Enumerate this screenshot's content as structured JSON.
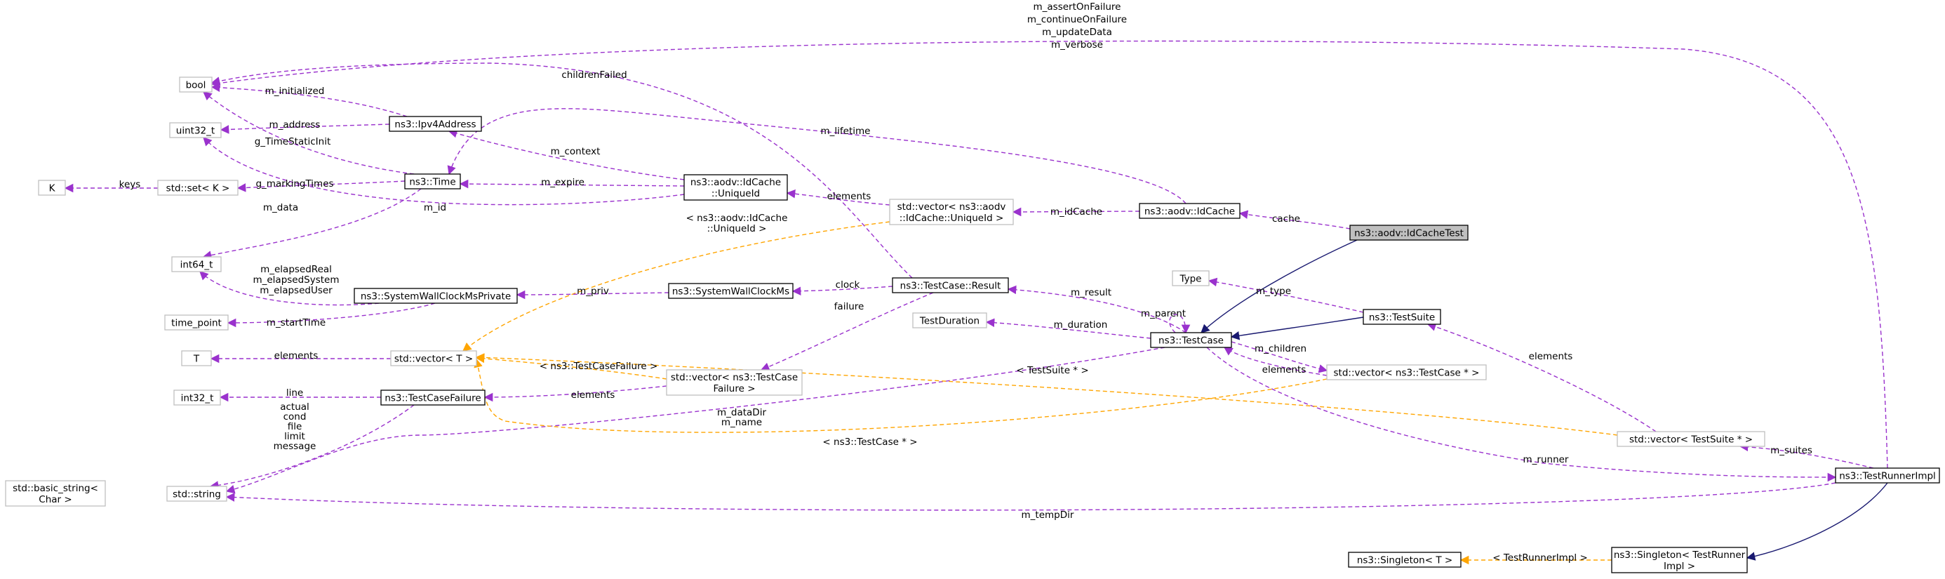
{
  "colors": {
    "node_fill": "#ffffff",
    "node_border_strong": "#000000",
    "node_border_weak": "#bfbfbf",
    "highlight_fill": "#bfbfbf",
    "usage_edge": "#9a32cd",
    "template_edge": "#ffa500",
    "inheritance_edge": "#191970",
    "text": "#000000"
  },
  "nodes": [
    {
      "id": "idcachetest",
      "lines": [
        "ns3::aodv::IdCacheTest"
      ],
      "style": "highlight"
    },
    {
      "id": "idcache",
      "lines": [
        "ns3::aodv::IdCache"
      ],
      "style": "strong"
    },
    {
      "id": "testcase",
      "lines": [
        "ns3::TestCase"
      ],
      "style": "strong"
    },
    {
      "id": "testsuite",
      "lines": [
        "ns3::TestSuite"
      ],
      "style": "strong"
    },
    {
      "id": "testrunnerimpl",
      "lines": [
        "ns3::TestRunnerImpl"
      ],
      "style": "strong"
    },
    {
      "id": "singleton_tri",
      "lines": [
        "ns3::Singleton< TestRunner",
        "Impl >"
      ],
      "style": "strong"
    },
    {
      "id": "singleton_t",
      "lines": [
        "ns3::Singleton< T >"
      ],
      "style": "strong"
    },
    {
      "id": "vec_testsuite",
      "lines": [
        "std::vector< TestSuite * >"
      ],
      "style": "weak"
    },
    {
      "id": "vec_testcase",
      "lines": [
        "std::vector< ns3::TestCase * >"
      ],
      "style": "weak"
    },
    {
      "id": "type",
      "lines": [
        "Type"
      ],
      "style": "weak"
    },
    {
      "id": "testduration",
      "lines": [
        "TestDuration"
      ],
      "style": "weak"
    },
    {
      "id": "result",
      "lines": [
        "ns3::TestCase::Result"
      ],
      "style": "strong"
    },
    {
      "id": "vec_uniqueid",
      "lines": [
        "std::vector< ns3::aodv",
        "::IdCache::UniqueId >"
      ],
      "style": "weak"
    },
    {
      "id": "uniqueid",
      "lines": [
        "ns3::aodv::IdCache",
        "::UniqueId"
      ],
      "style": "strong"
    },
    {
      "id": "syswallclock",
      "lines": [
        "ns3::SystemWallClockMs"
      ],
      "style": "strong"
    },
    {
      "id": "vec_failure",
      "lines": [
        "std::vector< ns3::TestCase",
        "Failure >"
      ],
      "style": "weak"
    },
    {
      "id": "failure",
      "lines": [
        "ns3::TestCaseFailure"
      ],
      "style": "strong"
    },
    {
      "id": "syswallpriv",
      "lines": [
        "ns3::SystemWallClockMsPrivate"
      ],
      "style": "strong"
    },
    {
      "id": "time",
      "lines": [
        "ns3::Time"
      ],
      "style": "strong"
    },
    {
      "id": "ipv4",
      "lines": [
        "ns3::Ipv4Address"
      ],
      "style": "strong"
    },
    {
      "id": "vec_t",
      "lines": [
        "std::vector< T >"
      ],
      "style": "weak"
    },
    {
      "id": "set_k",
      "lines": [
        "std::set< K >"
      ],
      "style": "weak"
    },
    {
      "id": "bool",
      "lines": [
        "bool"
      ],
      "style": "weak"
    },
    {
      "id": "uint32",
      "lines": [
        "uint32_t"
      ],
      "style": "weak"
    },
    {
      "id": "int64",
      "lines": [
        "int64_t"
      ],
      "style": "weak"
    },
    {
      "id": "time_point",
      "lines": [
        "time_point"
      ],
      "style": "weak"
    },
    {
      "id": "t",
      "lines": [
        "T"
      ],
      "style": "weak"
    },
    {
      "id": "int32",
      "lines": [
        "int32_t"
      ],
      "style": "weak"
    },
    {
      "id": "k",
      "lines": [
        "K"
      ],
      "style": "weak"
    },
    {
      "id": "string",
      "lines": [
        "std::string"
      ],
      "style": "weak"
    },
    {
      "id": "basic_string",
      "lines": [
        "std::basic_string<",
        "Char >"
      ],
      "style": "weak"
    }
  ],
  "edges": [
    {
      "from": "idcachetest",
      "to": "idcache",
      "kind": "usage",
      "label": [
        "cache"
      ]
    },
    {
      "from": "idcachetest",
      "to": "testcase",
      "kind": "inheritance",
      "label": []
    },
    {
      "from": "idcache",
      "to": "vec_uniqueid",
      "kind": "usage",
      "label": [
        "m_idCache"
      ]
    },
    {
      "from": "idcache",
      "to": "time",
      "kind": "usage",
      "label": [
        "m_lifetime"
      ]
    },
    {
      "from": "vec_uniqueid",
      "to": "uniqueid",
      "kind": "usage",
      "label": [
        "elements"
      ]
    },
    {
      "from": "vec_uniqueid",
      "to": "vec_t",
      "kind": "template",
      "label": [
        "< ns3::aodv::IdCache",
        "::UniqueId >"
      ]
    },
    {
      "from": "uniqueid",
      "to": "time",
      "kind": "usage",
      "label": [
        "m_expire"
      ]
    },
    {
      "from": "uniqueid",
      "to": "ipv4",
      "kind": "usage",
      "label": [
        "m_context"
      ]
    },
    {
      "from": "uniqueid",
      "to": "uint32",
      "kind": "usage",
      "label": [
        "m_id"
      ]
    },
    {
      "from": "testsuite",
      "to": "testcase",
      "kind": "inheritance",
      "label": []
    },
    {
      "from": "testsuite",
      "to": "type",
      "kind": "usage",
      "label": [
        "m_type"
      ]
    },
    {
      "from": "testcase",
      "to": "testcase",
      "kind": "usage",
      "label": [
        "m_parent"
      ]
    },
    {
      "from": "testcase",
      "to": "testduration",
      "kind": "usage",
      "label": [
        "m_duration"
      ]
    },
    {
      "from": "testcase",
      "to": "result",
      "kind": "usage",
      "label": [
        "m_result"
      ]
    },
    {
      "from": "testcase",
      "to": "vec_testcase",
      "kind": "usage",
      "label": [
        "m_children"
      ]
    },
    {
      "from": "testcase",
      "to": "testrunnerimpl",
      "kind": "usage",
      "label": [
        "m_runner"
      ]
    },
    {
      "from": "testcase",
      "to": "string",
      "kind": "usage",
      "label": [
        "m_dataDir",
        "m_name"
      ]
    },
    {
      "from": "vec_testcase",
      "to": "testcase",
      "kind": "usage",
      "label": [
        "elements"
      ]
    },
    {
      "from": "vec_testcase",
      "to": "vec_t",
      "kind": "template",
      "label": [
        "< ns3::TestCase * >"
      ]
    },
    {
      "from": "vec_testsuite",
      "to": "testsuite",
      "kind": "usage",
      "label": [
        "elements"
      ]
    },
    {
      "from": "vec_testsuite",
      "to": "vec_t",
      "kind": "template",
      "label": [
        "< TestSuite * >"
      ]
    },
    {
      "from": "testrunnerimpl",
      "to": "vec_testsuite",
      "kind": "usage",
      "label": [
        "m_suites"
      ]
    },
    {
      "from": "testrunnerimpl",
      "to": "bool",
      "kind": "usage",
      "label": [
        "m_assertOnFailure",
        "m_continueOnFailure",
        "m_updateData",
        "m_verbose"
      ]
    },
    {
      "from": "testrunnerimpl",
      "to": "string",
      "kind": "usage",
      "label": [
        "m_tempDir"
      ]
    },
    {
      "from": "testrunnerimpl",
      "to": "singleton_tri",
      "kind": "inheritance",
      "label": []
    },
    {
      "from": "singleton_tri",
      "to": "singleton_t",
      "kind": "template",
      "label": [
        "< TestRunnerImpl >"
      ]
    },
    {
      "from": "result",
      "to": "syswallclock",
      "kind": "usage",
      "label": [
        "clock"
      ]
    },
    {
      "from": "result",
      "to": "vec_failure",
      "kind": "usage",
      "label": [
        "failure"
      ]
    },
    {
      "from": "result",
      "to": "bool",
      "kind": "usage",
      "label": [
        "childrenFailed"
      ]
    },
    {
      "from": "syswallclock",
      "to": "syswallpriv",
      "kind": "usage",
      "label": [
        "m_priv"
      ]
    },
    {
      "from": "syswallpriv",
      "to": "int64",
      "kind": "usage",
      "label": [
        "m_elapsedReal",
        "m_elapsedSystem",
        "m_elapsedUser"
      ]
    },
    {
      "from": "syswallpriv",
      "to": "time_point",
      "kind": "usage",
      "label": [
        "m_startTime"
      ]
    },
    {
      "from": "vec_failure",
      "to": "failure",
      "kind": "usage",
      "label": [
        "elements"
      ]
    },
    {
      "from": "vec_failure",
      "to": "vec_t",
      "kind": "template",
      "label": [
        "< ns3::TestCaseFailure >"
      ]
    },
    {
      "from": "failure",
      "to": "int32",
      "kind": "usage",
      "label": [
        "line"
      ]
    },
    {
      "from": "failure",
      "to": "string",
      "kind": "usage",
      "label": [
        "actual",
        "cond",
        "file",
        "limit",
        "message"
      ]
    },
    {
      "from": "vec_t",
      "to": "t",
      "kind": "usage",
      "label": [
        "elements"
      ]
    },
    {
      "from": "time",
      "to": "int64",
      "kind": "usage",
      "label": [
        "m_data"
      ]
    },
    {
      "from": "time",
      "to": "set_k",
      "kind": "usage",
      "label": [
        "g_markingTimes"
      ]
    },
    {
      "from": "time",
      "to": "bool",
      "kind": "usage",
      "label": [
        "g_TimeStaticInit"
      ]
    },
    {
      "from": "set_k",
      "to": "k",
      "kind": "usage",
      "label": [
        "keys"
      ]
    },
    {
      "from": "ipv4",
      "to": "uint32",
      "kind": "usage",
      "label": [
        "m_address"
      ]
    },
    {
      "from": "ipv4",
      "to": "bool",
      "kind": "usage",
      "label": [
        "m_initialized"
      ]
    },
    {
      "from": "string",
      "to": "basic_string",
      "kind": "inheritance",
      "label": []
    }
  ]
}
